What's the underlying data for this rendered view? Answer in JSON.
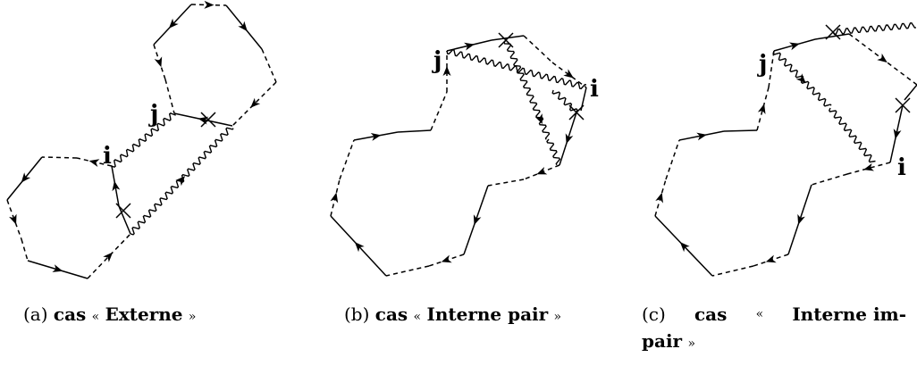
{
  "diagrams": [
    {
      "id": "a",
      "labels": {
        "i": "i",
        "j": "j"
      }
    },
    {
      "id": "b",
      "labels": {
        "i": "i",
        "j": "j"
      }
    },
    {
      "id": "c",
      "labels": {
        "i": "i",
        "j": "j"
      }
    }
  ],
  "captions": [
    {
      "tag": "(a)",
      "word": "cas",
      "open": "«",
      "name": "Externe",
      "close": "»"
    },
    {
      "tag": "(b)",
      "word": "cas",
      "open": "«",
      "name": "Interne pair",
      "close": "»"
    },
    {
      "tag": "(c)",
      "word": "cas",
      "open": "«",
      "name": "Interne im-",
      "name2": "pair",
      "close": "»"
    }
  ]
}
